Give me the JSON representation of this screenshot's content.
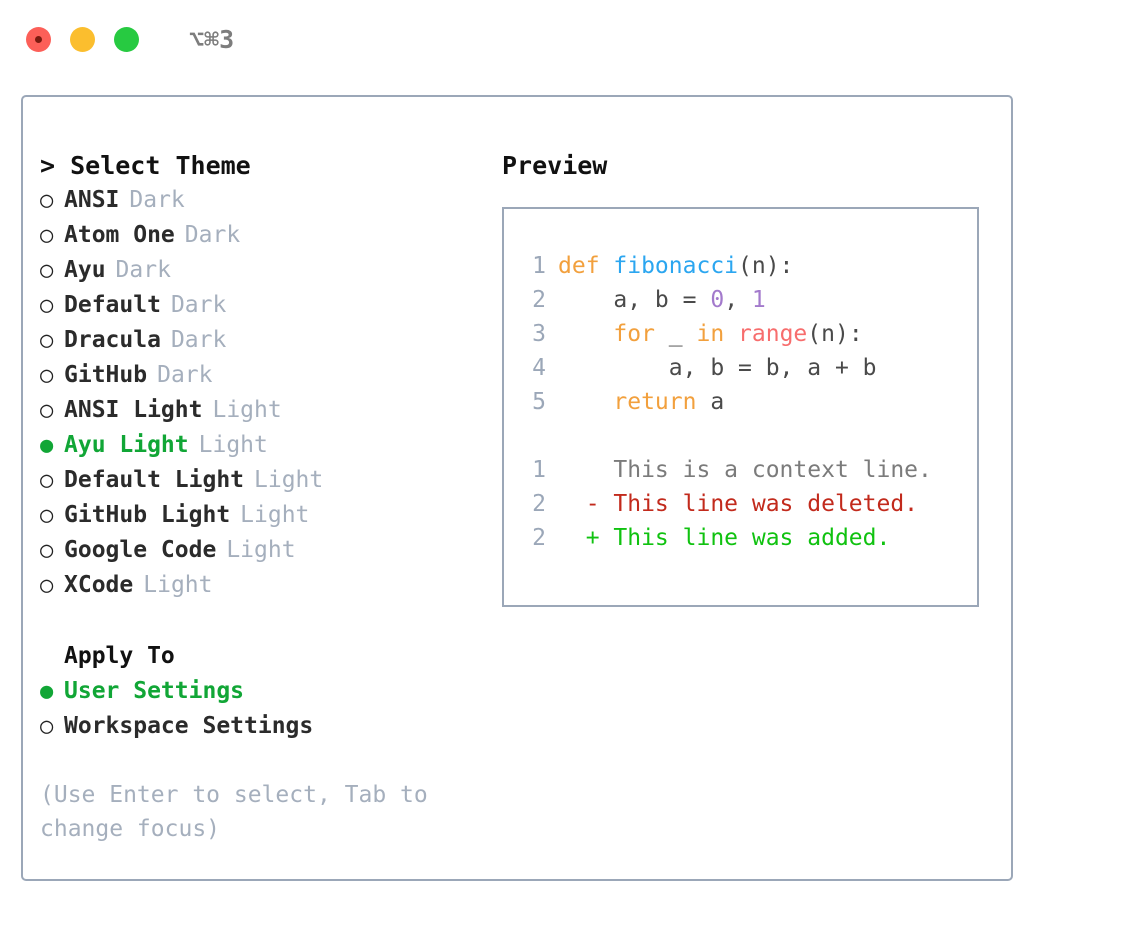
{
  "window": {
    "shortcut": "⌥⌘3",
    "traffic_lights": [
      "close-red",
      "minimize-yellow",
      "maximize-green"
    ]
  },
  "left": {
    "title": "> Select Theme",
    "themes": [
      {
        "bullet": "○",
        "label": "ANSI",
        "suffix": "Dark",
        "selected": false
      },
      {
        "bullet": "○",
        "label": "Atom One",
        "suffix": "Dark",
        "selected": false
      },
      {
        "bullet": "○",
        "label": "Ayu",
        "suffix": "Dark",
        "selected": false
      },
      {
        "bullet": "○",
        "label": "Default",
        "suffix": "Dark",
        "selected": false
      },
      {
        "bullet": "○",
        "label": "Dracula",
        "suffix": "Dark",
        "selected": false
      },
      {
        "bullet": "○",
        "label": "GitHub",
        "suffix": "Dark",
        "selected": false
      },
      {
        "bullet": "○",
        "label": "ANSI Light",
        "suffix": "Light",
        "selected": false
      },
      {
        "bullet": "●",
        "label": "Ayu Light",
        "suffix": "Light",
        "selected": true
      },
      {
        "bullet": "○",
        "label": "Default Light",
        "suffix": "Light",
        "selected": false
      },
      {
        "bullet": "○",
        "label": "GitHub Light",
        "suffix": "Light",
        "selected": false
      },
      {
        "bullet": "○",
        "label": "Google Code",
        "suffix": "Light",
        "selected": false
      },
      {
        "bullet": "○",
        "label": "XCode",
        "suffix": "Light",
        "selected": false
      }
    ],
    "apply_to": {
      "heading": "Apply To",
      "options": [
        {
          "bullet": "●",
          "label": "User Settings",
          "selected": true
        },
        {
          "bullet": "○",
          "label": "Workspace Settings",
          "selected": false
        }
      ]
    },
    "hint": "(Use Enter to select, Tab to change focus)"
  },
  "right": {
    "title": "Preview",
    "code_lines": [
      {
        "n": "1",
        "tokens": [
          {
            "t": "def ",
            "c": "k"
          },
          {
            "t": "fibonacci",
            "c": "fn"
          },
          {
            "t": "(n):",
            "c": "id"
          }
        ]
      },
      {
        "n": "2",
        "tokens": [
          {
            "t": "    a, b = ",
            "c": "id"
          },
          {
            "t": "0",
            "c": "num"
          },
          {
            "t": ", ",
            "c": "id"
          },
          {
            "t": "1",
            "c": "num"
          }
        ]
      },
      {
        "n": "3",
        "tokens": [
          {
            "t": "    ",
            "c": "id"
          },
          {
            "t": "for",
            "c": "k"
          },
          {
            "t": " _ ",
            "c": "id"
          },
          {
            "t": "in",
            "c": "k"
          },
          {
            "t": " ",
            "c": "id"
          },
          {
            "t": "range",
            "c": "bi"
          },
          {
            "t": "(n):",
            "c": "id"
          }
        ]
      },
      {
        "n": "4",
        "tokens": [
          {
            "t": "        a, b = b, a + b",
            "c": "id"
          }
        ]
      },
      {
        "n": "5",
        "tokens": [
          {
            "t": "    ",
            "c": "id"
          },
          {
            "t": "return",
            "c": "k"
          },
          {
            "t": " a",
            "c": "id"
          }
        ]
      }
    ],
    "diff_lines": [
      {
        "n": "1",
        "marker": " ",
        "text": " This is a context line.",
        "kind": "ctx"
      },
      {
        "n": "2",
        "marker": "-",
        "text": " This line was deleted.",
        "kind": "del"
      },
      {
        "n": "2",
        "marker": "+",
        "text": " This line was added.",
        "kind": "add"
      }
    ]
  },
  "colors": {
    "selection_green": "#11a636",
    "added_green": "#10c210",
    "deleted_red": "#c22a1c",
    "keyword_orange": "#f2a03d",
    "function_blue": "#2ba6f0",
    "number_purple": "#a37acc",
    "builtin_red": "#f76d6d",
    "muted_gray": "#a5afbd",
    "border_gray": "#9ba7b8"
  }
}
